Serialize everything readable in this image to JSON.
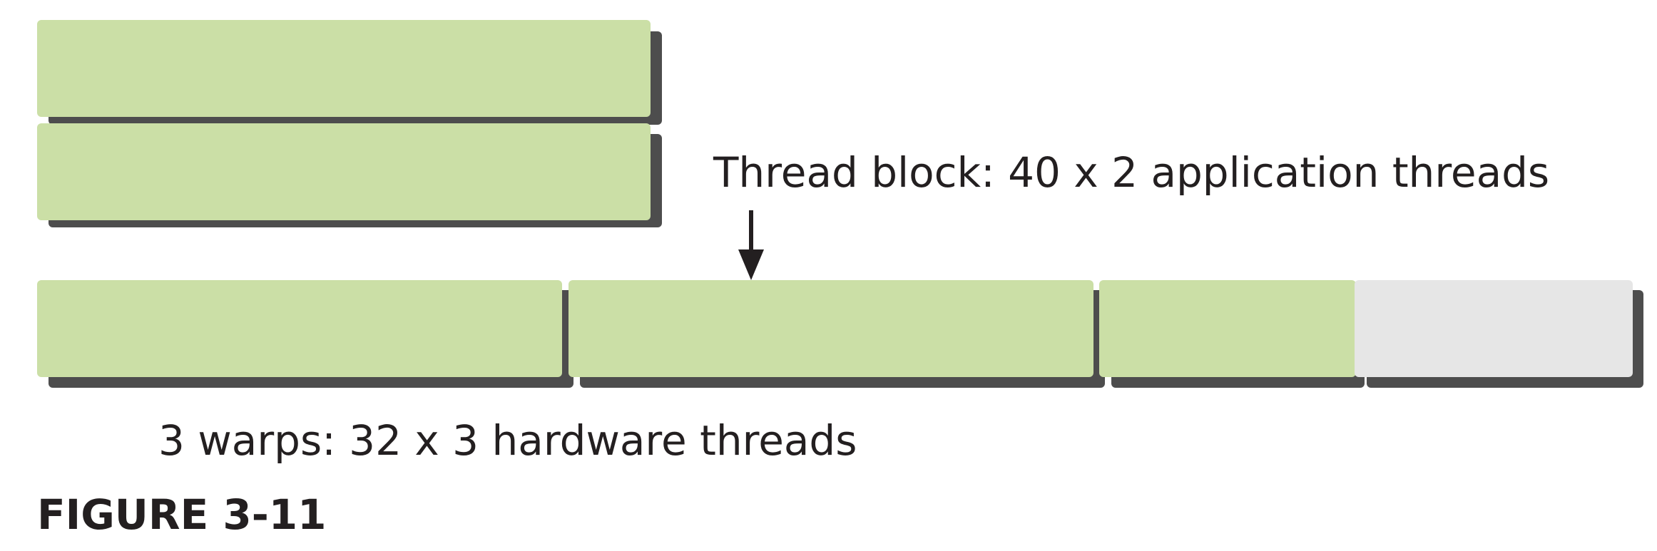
{
  "diagram": {
    "colors": {
      "thread_fill": "#cbdfa6",
      "empty_lane_fill": "#e6e6e6",
      "shadow": "#4d4d4d",
      "text": "#231f20",
      "arrow": "#231f20"
    },
    "thread_block": {
      "rows": 2,
      "row_width_threads": 40,
      "label": "Thread block: 40 x 2 application threads"
    },
    "warps": {
      "count": 3,
      "threads_per_warp": 32,
      "active_segments": 3,
      "inactive_segments": 1,
      "label": "3 warps: 32 x 3 hardware threads"
    },
    "caption": "FIGURE 3-11"
  }
}
